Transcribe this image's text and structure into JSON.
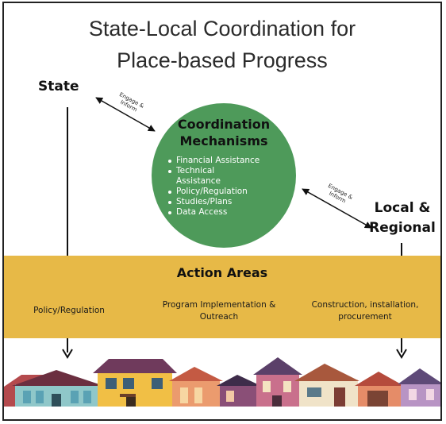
{
  "title": {
    "line1": "State-Local Coordination for",
    "line2": "Place-based Progress"
  },
  "state_label": "State",
  "local_label": {
    "line1": "Local &",
    "line2": "Regional"
  },
  "engage_left": {
    "line1": "Engage &",
    "line2": "Inform"
  },
  "engage_right": {
    "line1": "Engage &",
    "line2": "Inform"
  },
  "mechanisms": {
    "title_line1": "Coordination",
    "title_line2": "Mechanisms",
    "items": [
      "Financial Assistance",
      "Technical Assistance",
      "Policy/Regulation",
      "Studies/Plans",
      "Data Access"
    ]
  },
  "action_areas": {
    "title": "Action Areas",
    "areas": [
      "Policy/Regulation",
      "Program Implementation & Outreach",
      "Construction, installation, procurement"
    ]
  },
  "colors": {
    "circle": "#4e9a5a",
    "band": "#e7b947"
  }
}
